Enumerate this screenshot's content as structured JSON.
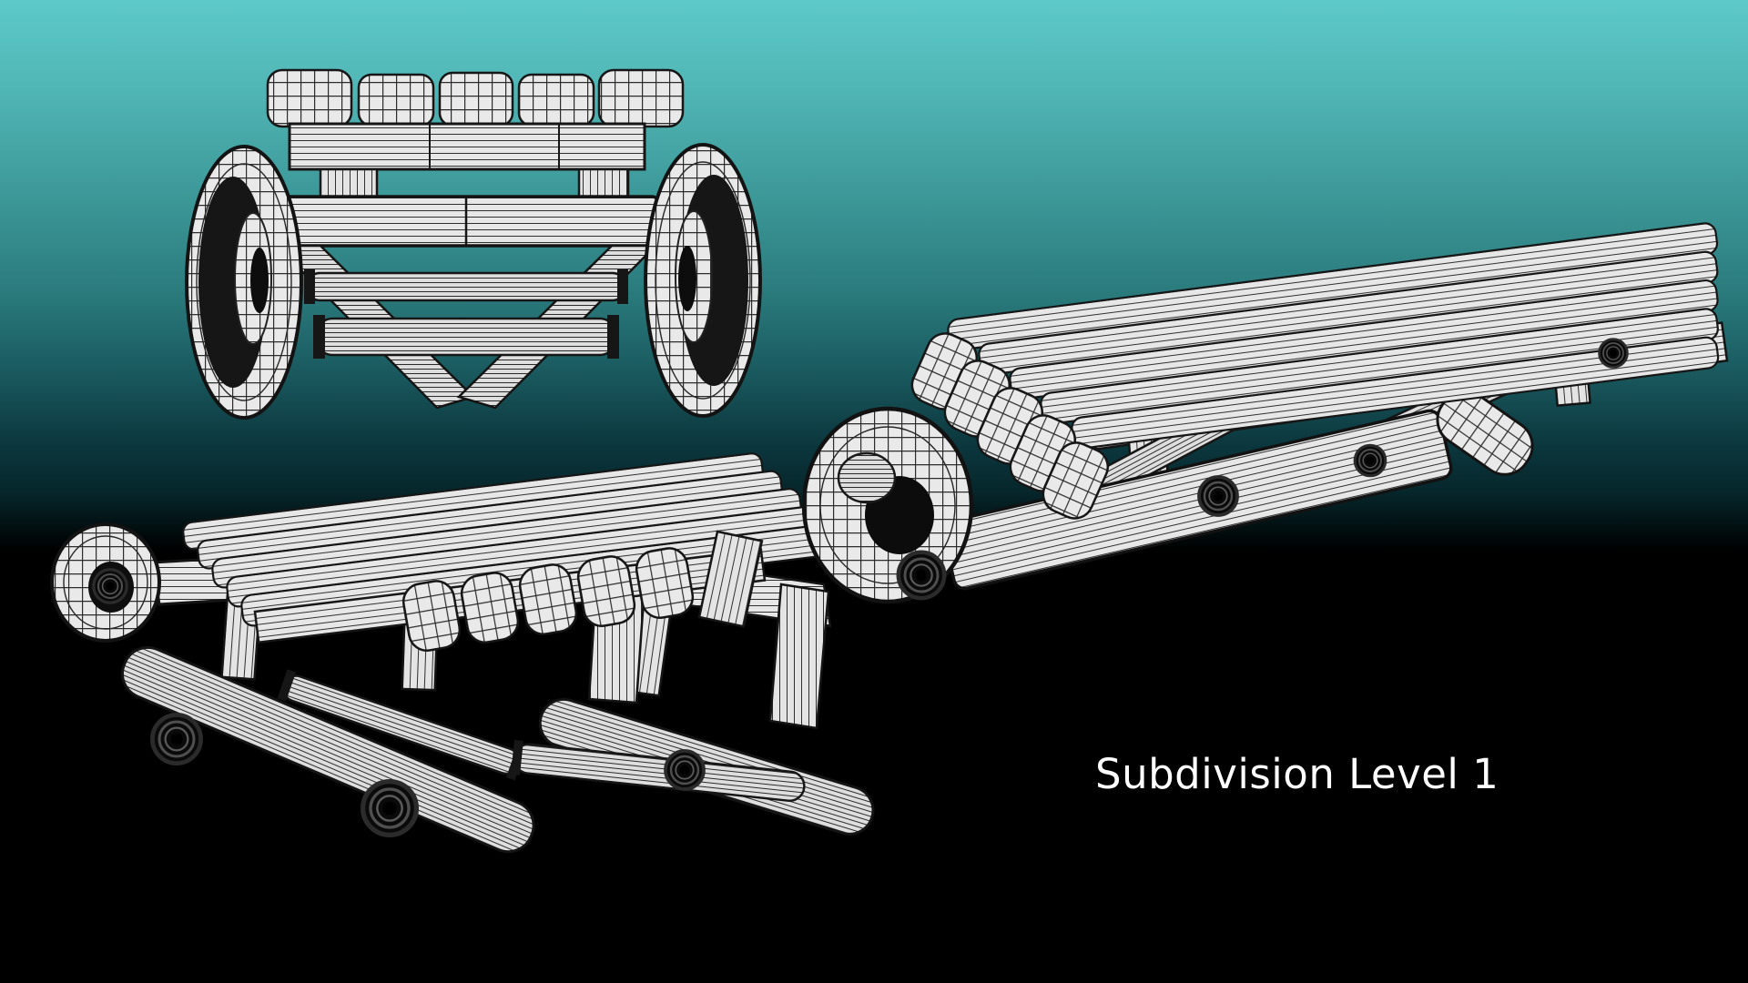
{
  "caption": {
    "text": "Subdivision Level 1"
  },
  "colors": {
    "background_top": "#5dc9c9",
    "background_upper": "#3d9898",
    "background_mid": "#19595e",
    "background_lower": "#06272c",
    "background_bottom": "#000000",
    "model_surface": "#e9e9e9",
    "model_hole_shadow": "#101010",
    "wireframe_line": "#1a1a1a",
    "caption_text": "#ffffff"
  },
  "scene": {
    "subject": "wireframe-sled-model",
    "views": [
      {
        "id": "front-view"
      },
      {
        "id": "perspective-view-lower-left"
      },
      {
        "id": "perspective-view-right"
      }
    ]
  }
}
